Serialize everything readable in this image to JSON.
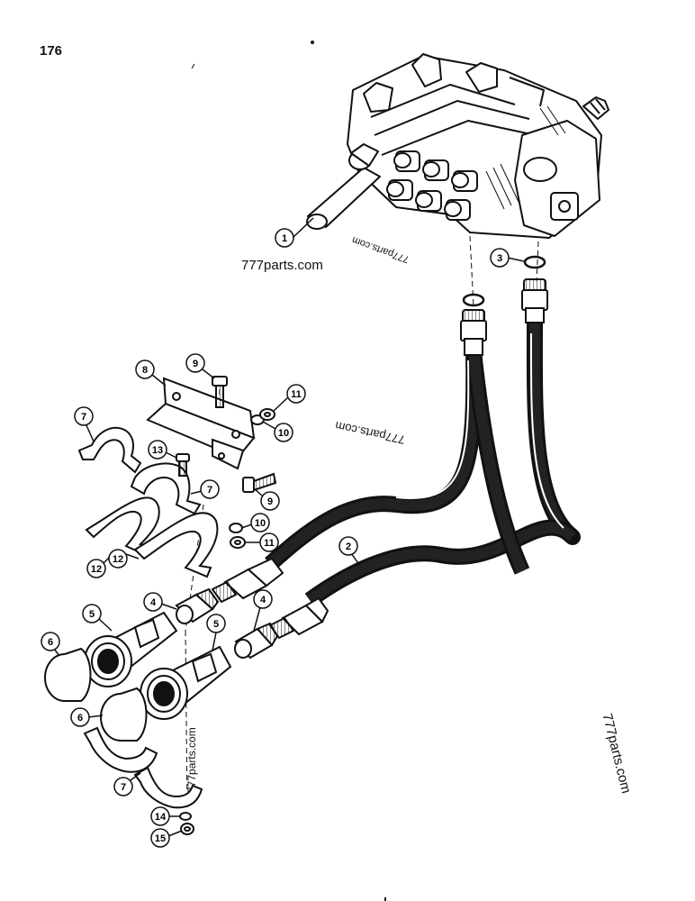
{
  "page": {
    "number": "176"
  },
  "watermarks": [
    {
      "text": "777parts.com"
    },
    {
      "text": "777parts.com"
    },
    {
      "text": "777parts.com"
    },
    {
      "text": "777parts.com"
    },
    {
      "text": "777parts.com"
    }
  ],
  "callouts": [
    {
      "label": "1"
    },
    {
      "label": "2"
    },
    {
      "label": "3"
    },
    {
      "label": "4"
    },
    {
      "label": "4"
    },
    {
      "label": "5"
    },
    {
      "label": "5"
    },
    {
      "label": "6"
    },
    {
      "label": "6"
    },
    {
      "label": "7"
    },
    {
      "label": "7"
    },
    {
      "label": "7"
    },
    {
      "label": "8"
    },
    {
      "label": "9"
    },
    {
      "label": "9"
    },
    {
      "label": "10"
    },
    {
      "label": "10"
    },
    {
      "label": "11"
    },
    {
      "label": "11"
    },
    {
      "label": "12"
    },
    {
      "label": "12"
    },
    {
      "label": "13"
    },
    {
      "label": "14"
    },
    {
      "label": "15"
    }
  ]
}
